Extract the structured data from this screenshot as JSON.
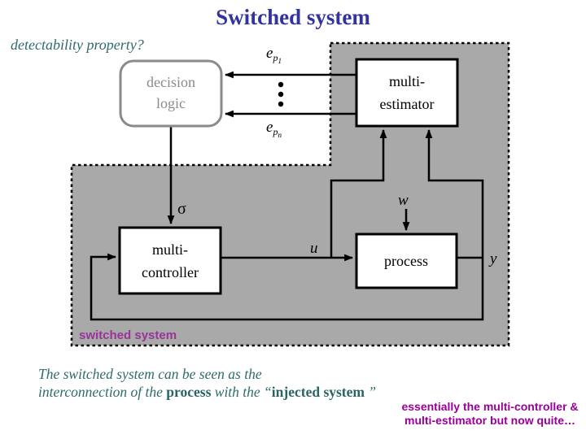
{
  "slide": {
    "title": "Switched system",
    "question": "detectability property?",
    "caption": {
      "line1": "The switched system can be seen as the",
      "line2_pre": "interconnection of the ",
      "line2_process": "process",
      "line2_mid": " with the ",
      "line2_quote_open": "“",
      "line2_injected": "injected system",
      "line2_quote_close": " ”"
    },
    "note": {
      "line1": "essentially the multi-controller &",
      "line2": "multi-estimator but now quite…"
    }
  },
  "diagram": {
    "region_label": "switched system",
    "boxes": {
      "decision_logic": {
        "line1": "decision",
        "line2": "logic"
      },
      "multi_estimator": {
        "line1": "multi-",
        "line2": "estimator"
      },
      "multi_controller": {
        "line1": "multi-",
        "line2": "controller"
      },
      "process": {
        "label": "process"
      }
    },
    "signals": {
      "sigma": "σ",
      "u": "u",
      "w": "w",
      "y": "y",
      "ep1": {
        "base": "e",
        "sub": "p",
        "subsub": "1"
      },
      "epn": {
        "base": "e",
        "sub": "p",
        "subsub": "n"
      }
    },
    "colors": {
      "title_blue": "#3333A0",
      "teal_text": "#2F6B6B",
      "purple_note": "#990099",
      "region_label_purple": "#993399",
      "region_gray": "#A9A9A9",
      "decision_gray": "#8a8a8a"
    }
  }
}
